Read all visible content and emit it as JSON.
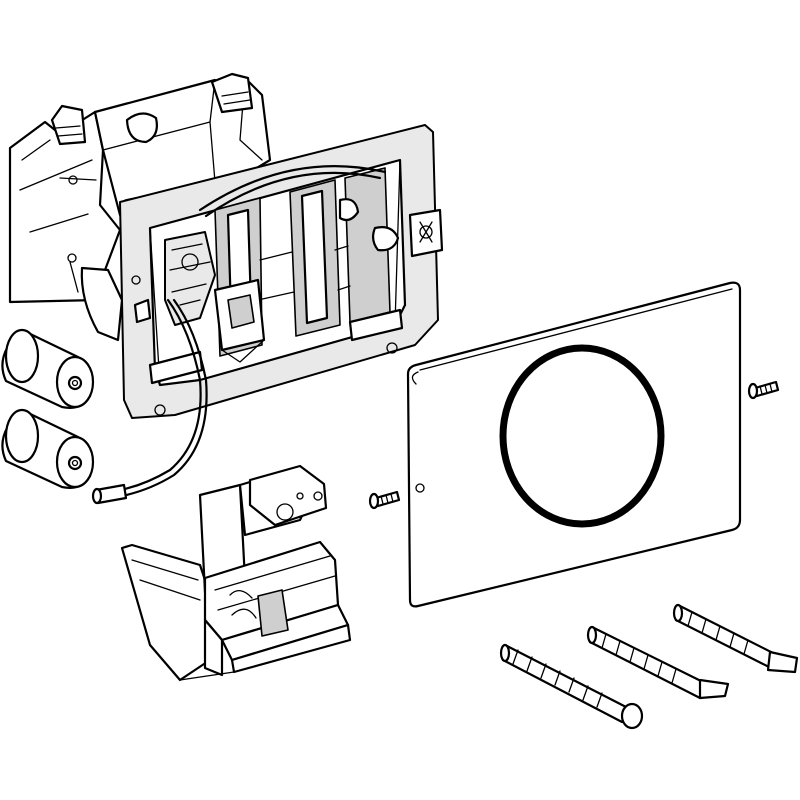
{
  "figure": {
    "kind": "exploded assembly line drawing",
    "background": "#ffffff",
    "stroke_color": "#000000",
    "parts": [
      "rear-cover",
      "mounting-frame",
      "battery",
      "battery",
      "signal-cable",
      "control-unit",
      "screw",
      "actuator-plate",
      "screw",
      "fixing-bolt",
      "fixing-bolt",
      "fixing-bolt"
    ]
  }
}
